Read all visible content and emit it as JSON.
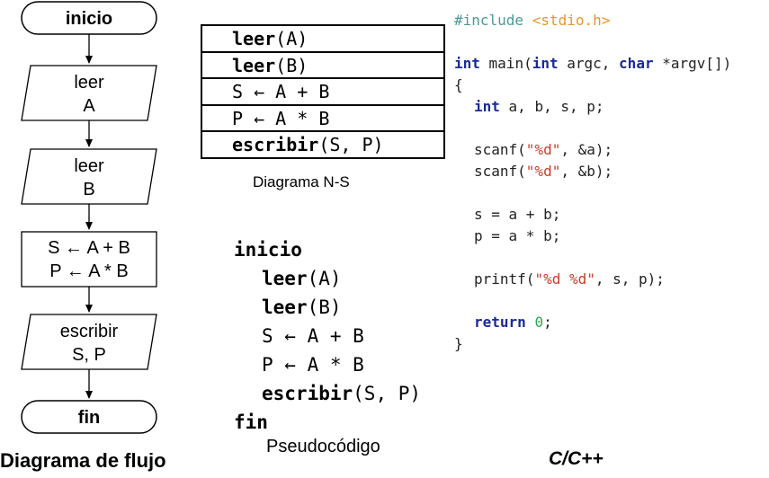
{
  "flowchart": {
    "start": "inicio",
    "read_a": [
      "leer",
      "A"
    ],
    "read_b": [
      "leer",
      "B"
    ],
    "process": [
      "S ← A + B",
      "P ← A * B"
    ],
    "write": [
      "escribir",
      "S, P"
    ],
    "end": "fin",
    "caption": "Diagrama de flujo"
  },
  "ns_diagram": {
    "rows": [
      {
        "kw": "leer",
        "rest": "(A)"
      },
      {
        "kw": "leer",
        "rest": "(B)"
      },
      {
        "kw": "",
        "rest": "S ← A + B"
      },
      {
        "kw": "",
        "rest": "P ← A * B"
      },
      {
        "kw": "escribir",
        "rest": "(S, P)"
      }
    ],
    "caption": "Diagrama N-S"
  },
  "pseudocode": {
    "begin": "inicio",
    "lines": [
      {
        "kw": "leer",
        "rest": "(A)"
      },
      {
        "kw": "leer",
        "rest": "(B)"
      },
      {
        "kw": "",
        "rest": "S ← A + B"
      },
      {
        "kw": "",
        "rest": "P ← A * B"
      },
      {
        "kw": "escribir",
        "rest": "(S, P)"
      }
    ],
    "end": "fin",
    "caption": "Pseudocódigo"
  },
  "code": {
    "include_directive": "#include",
    "include_header": "<stdio.h>",
    "main_type": "int",
    "main_mid": " main(",
    "argc_type": "int",
    "argc_mid": " argc, ",
    "argv_type": "char",
    "argv_tail": " *argv[])",
    "open_brace": "{",
    "decl_type": "int",
    "decl_rest": " a, b, s, p;",
    "scanf_a_pre": "scanf(",
    "scanf_a_fmt": "\"%d\"",
    "scanf_a_post": ", &a);",
    "scanf_b_pre": "scanf(",
    "scanf_b_fmt": "\"%d\"",
    "scanf_b_post": ", &b);",
    "sum_line": "s = a + b;",
    "prod_line": "p = a * b;",
    "printf_pre": "printf(",
    "printf_fmt": "\"%d %d\"",
    "printf_post": ", s, p);",
    "return_kw": "return",
    "return_val": "0",
    "return_end": ";",
    "close_brace": "}",
    "caption": "C/C++"
  },
  "colors": {
    "preprocessor": "#4a9a97",
    "header": "#e8952c",
    "keyword": "#1a2a99",
    "string": "#c93a2a",
    "number": "#2ea84c"
  }
}
